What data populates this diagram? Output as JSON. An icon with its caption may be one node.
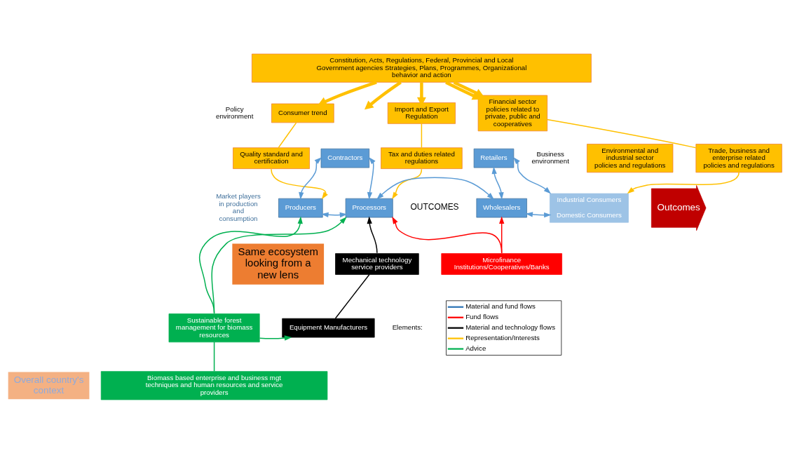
{
  "diagram": {
    "nodes": [
      {
        "text": [
          "Constitution, Acts, Regulations, Federal, Provincial and Local Government agencies Strategies, Plans, Programmes, Organizational behavior and action"
        ]
      },
      {
        "text": [
          "Consumer trend"
        ]
      },
      {
        "text": [
          "Import and Export Regulation"
        ]
      },
      {
        "text": [
          "Financial sector policies related to private, public and cooperatives"
        ]
      },
      {
        "text": [
          "Quality standard and certification"
        ]
      },
      {
        "text": [
          "Tax and duties related regulations"
        ]
      },
      {
        "text": [
          "Environmental and industrial sector policies and regulations"
        ]
      },
      {
        "text": [
          "Trade, business and enterprise related policies and regulations"
        ]
      },
      {
        "text": [
          "Contractors"
        ]
      },
      {
        "text": [
          "Retailers"
        ]
      },
      {
        "text": [
          "Industrial Consumers",
          "Domestic Consumers"
        ]
      },
      {
        "text": [
          "Producers"
        ]
      },
      {
        "text": [
          "Processors"
        ]
      },
      {
        "text": [
          "Wholesalers"
        ]
      },
      {
        "text": [
          "Outcomes"
        ]
      },
      {
        "text": [
          "Mechanical technology service providers"
        ]
      },
      {
        "text": [
          "Microfinance Institutions/Cooperatives/Banks"
        ]
      },
      {
        "text": [
          "Sustainable forest management for biomass resources"
        ]
      },
      {
        "text": [
          "Equipment Manufacturers"
        ]
      },
      {
        "text": [
          "Biomass based enterprise and business mgt techniques and human resources and service providers"
        ]
      }
    ],
    "edges": [
      {
        "from": 0,
        "to": 1,
        "arrow": "to",
        "style": "thick"
      },
      {
        "from": 0,
        "to": null,
        "arrow": "to",
        "style": "thick"
      },
      {
        "from": 0,
        "to": 2,
        "arrow": "to",
        "style": "thick"
      },
      {
        "from": 0,
        "to": 3,
        "arrow": "to",
        "style": "thick"
      },
      {
        "from": 0,
        "to": 3,
        "arrow": "to",
        "style": "thick"
      },
      {
        "from": 1,
        "to": 4,
        "arrow": "none"
      },
      {
        "from": 4,
        "to": 11,
        "arrow": "to"
      },
      {
        "from": 2,
        "to": 5,
        "arrow": "none"
      },
      {
        "from": 5,
        "to": 12,
        "arrow": "to"
      },
      {
        "from": 3,
        "to": 7,
        "arrow": "none"
      },
      {
        "from": 7,
        "to": 10,
        "arrow": "to"
      },
      {
        "from": 8,
        "to": 11,
        "arrow": "both",
        "color": "#5b9bd5"
      },
      {
        "from": 8,
        "to": 12,
        "arrow": "both",
        "color": "#5b9bd5"
      },
      {
        "from": 11,
        "to": 12,
        "arrow": "both",
        "color": "#5b9bd5"
      },
      {
        "from": 12,
        "to": 13,
        "arrow": "both",
        "color": "#5b9bd5"
      },
      {
        "from": 9,
        "to": 13,
        "arrow": "both",
        "color": "#5b9bd5"
      },
      {
        "from": 9,
        "to": 10,
        "arrow": "both",
        "color": "#5b9bd5"
      },
      {
        "from": 13,
        "to": 10,
        "arrow": "both",
        "color": "#5b9bd5"
      },
      {
        "from": 15,
        "to": 12,
        "arrow": "to",
        "color": "#000000"
      },
      {
        "from": 16,
        "to": 12,
        "arrow": "to",
        "color": "#ff0000"
      },
      {
        "from": 16,
        "to": 13,
        "arrow": "to",
        "color": "#ff0000"
      },
      {
        "from": 17,
        "to": 11,
        "arrow": "to",
        "color": "#00b050"
      },
      {
        "from": 17,
        "to": 12,
        "arrow": "to",
        "color": "#00b050"
      },
      {
        "from": 17,
        "to": 18,
        "arrow": "to",
        "color": "#00b050"
      },
      {
        "from": 18,
        "to": 15,
        "arrow": "none",
        "color": "#000000"
      },
      {
        "from": 19,
        "to": 17,
        "arrow": "none",
        "color": "#00b050"
      }
    ],
    "labels": [
      "Same ecosystem looking from a  new lens",
      "Overall country's context",
      "Policy environment",
      "Market players in production and consumption",
      "Business environment",
      "OUTCOMES",
      "Elements:"
    ],
    "legend": [
      {
        "text": "Material and fund flows"
      },
      {
        "text": "Fund flows"
      },
      {
        "text": "Material and technology flows"
      },
      {
        "text": "Representation/Interests"
      },
      {
        "text": "Advice"
      }
    ]
  }
}
